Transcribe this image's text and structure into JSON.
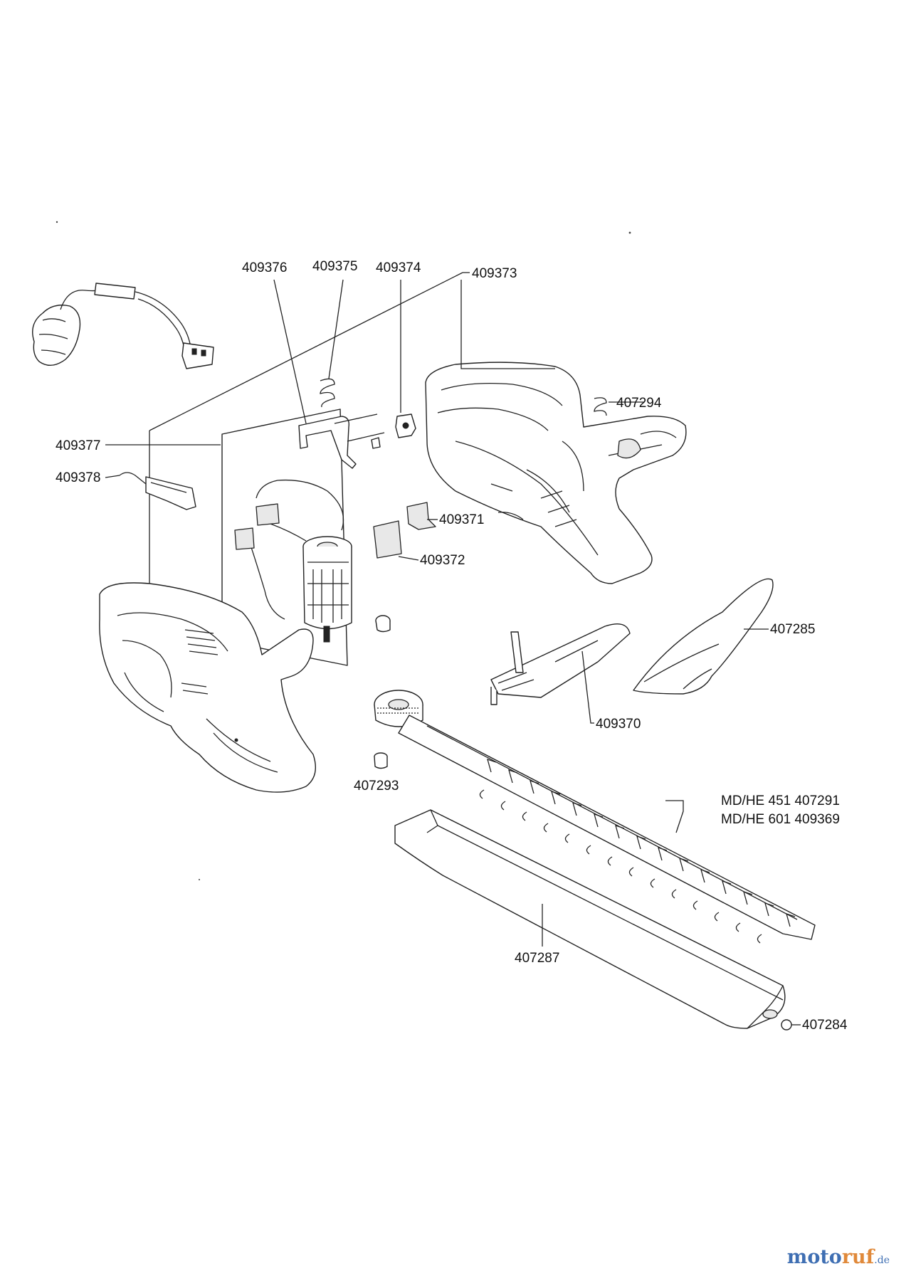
{
  "labels": {
    "p409376": "409376",
    "p409375": "409375",
    "p409374": "409374",
    "p409373": "409373",
    "p407294": "407294",
    "p409377": "409377",
    "p409378": "409378",
    "p409371": "409371",
    "p409372": "409372",
    "p407285": "407285",
    "p409370": "409370",
    "p407293": "407293",
    "p_md451": "MD/HE 451 407291",
    "p_md601": "MD/HE 601 409369",
    "p407287": "407287",
    "p407284": "407284"
  },
  "watermark": {
    "part1": "moto",
    "part2": "ruf",
    "part3": ".de"
  },
  "colors": {
    "watermark_blue": "#3f6fb3",
    "watermark_orange": "#e0893a",
    "line": "#222222"
  }
}
